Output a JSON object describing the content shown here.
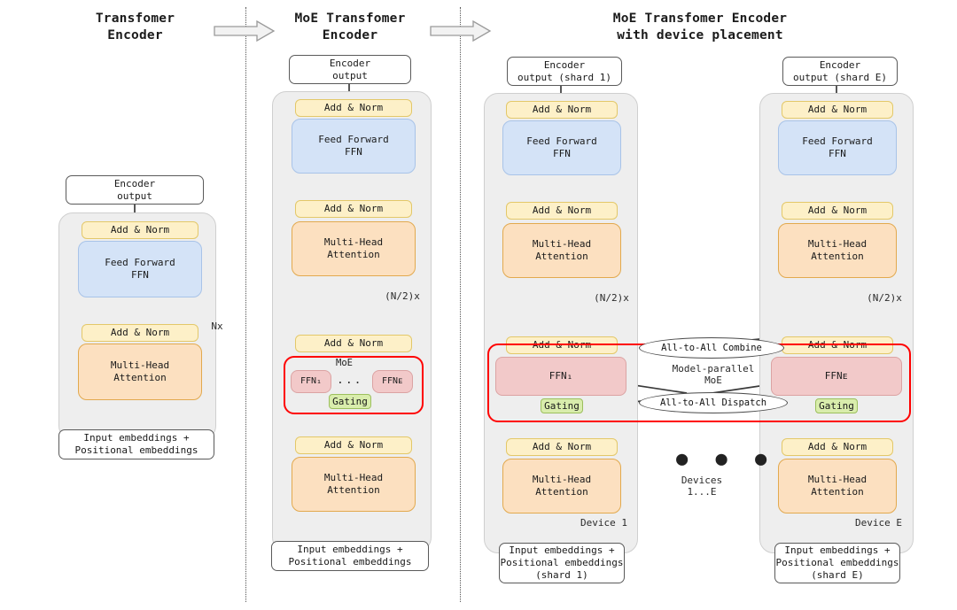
{
  "figure": {
    "type": "architecture-diagram",
    "sections": [
      {
        "id": "transformer",
        "title": "Transfomer\nEncoder"
      },
      {
        "id": "moe",
        "title": "MoE Transfomer\nEncoder"
      },
      {
        "id": "device",
        "title": "MoE Transfomer Encoder\nwith device placement"
      }
    ]
  },
  "labels": {
    "encoder_output": "Encoder\noutput",
    "encoder_output_shard1": "Encoder\noutput (shard 1)",
    "encoder_output_shardE": "Encoder\noutput (shard E)",
    "input_embeddings": "Input embeddings +\nPositional embeddings",
    "input_embeddings_shard1": "Input embeddings +\nPositional embeddings\n(shard 1)",
    "input_embeddings_shardE": "Input embeddings +\nPositional embeddings\n(shard E)",
    "add_norm": "Add & Norm",
    "feed_forward": "Feed Forward\nFFN",
    "multi_head": "Multi-Head\nAttention",
    "nx": "Nx",
    "n_half_x": "(N/2)x",
    "moe": "MoE",
    "ffn_1": "FFN₁",
    "ffn_E": "FFNᴇ",
    "ffn_1_plain": "FFN₁",
    "ffn_E_plain": "FFNᴇ",
    "gating": "Gating",
    "ellipsis": "...",
    "device_1": "Device 1",
    "device_E": "Device E",
    "devices_range": "Devices\n1...E",
    "all_to_all_combine": "All-to-All Combine",
    "all_to_all_dispatch": "All-to-All Dispatch",
    "model_parallel_moe": "Model-parallel\nMoE",
    "big_dots": "● ● ●"
  },
  "colors": {
    "add_norm_fill": "#fdf0c8",
    "add_norm_stroke": "#e3c869",
    "ffn_fill": "#d4e3f7",
    "ffn_stroke": "#a8c3e8",
    "mha_fill": "#fce0c0",
    "mha_stroke": "#e2a94e",
    "expert_fill": "#f2c9c9",
    "expert_stroke": "#dba3a3",
    "gating_fill": "#d9edac",
    "gating_stroke": "#9cbf5d",
    "moe_outline": "#ff0000",
    "stack_fill": "#eeeeee",
    "stack_stroke": "#cfcfcf",
    "wire": "#3a3a3a",
    "background": "#ffffff"
  }
}
